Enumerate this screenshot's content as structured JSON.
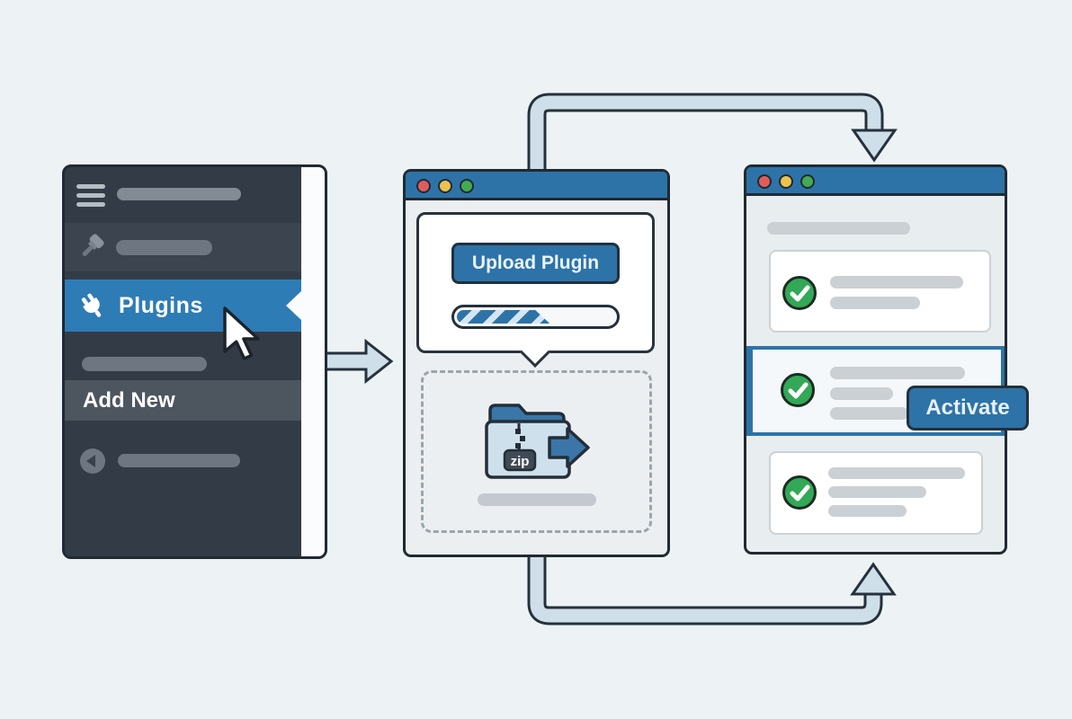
{
  "colors": {
    "page_bg": "#edf3f5",
    "outline": "#232e38",
    "sidebar_bg": "#333c46",
    "sidebar_band": "#3c454f",
    "sidebar_submenu_band": "#4d565f",
    "active_item_blue": "#2e7cb5",
    "titlebar_blue": "#2e73a7",
    "button_blue": "#2d73a8",
    "success_green": "#33a857",
    "arrow_fill": "#cfdfe9",
    "traffic_red": "#e05c5c",
    "traffic_yellow": "#ecc24e",
    "traffic_green": "#43ab53"
  },
  "sidebar": {
    "plugins_item": {
      "label": "Plugins",
      "active": true,
      "icon": "plug-icon"
    },
    "add_new_item": {
      "label": "Add New",
      "active": true
    },
    "placeholder_items": [
      {
        "icon": "hamburger-menu-icon"
      },
      {
        "icon": "brush-icon"
      },
      {
        "icon": "collapse-arrow-icon"
      }
    ]
  },
  "upload_window": {
    "titlebar_controls": [
      "close",
      "minimize",
      "maximize"
    ],
    "upload_button": {
      "label": "Upload Plugin"
    },
    "progress": {
      "percent": 59
    },
    "dropzone": {
      "zip_badge_label": "zip",
      "icon": "zip-folder-icon"
    }
  },
  "plugins_window": {
    "titlebar_controls": [
      "close",
      "minimize",
      "maximize"
    ],
    "rows": [
      {
        "status": "success",
        "selected": false
      },
      {
        "status": "success",
        "selected": true
      },
      {
        "status": "success",
        "selected": false
      }
    ],
    "activate_button": {
      "label": "Activate"
    }
  }
}
